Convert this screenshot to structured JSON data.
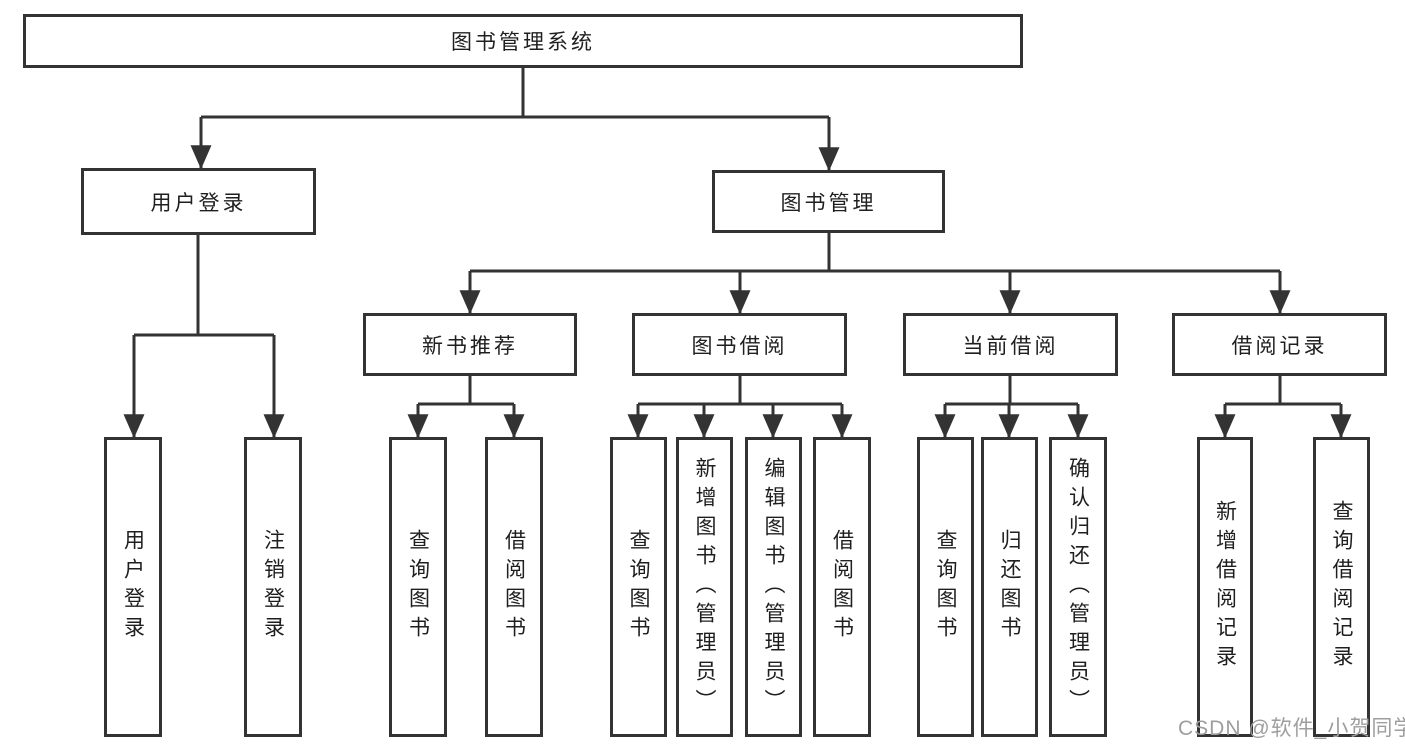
{
  "colors": {
    "line": "#333333",
    "ink": "#1f1f1f",
    "watermark": "#9e9e9e",
    "background": "#ffffff"
  },
  "watermark": "CSDN @软件_小贺同学",
  "tree": {
    "label": "图书管理系统",
    "children": [
      {
        "label": "用户登录",
        "children": [
          {
            "label": "用户登录"
          },
          {
            "label": "注销登录"
          }
        ]
      },
      {
        "label": "图书管理",
        "children": [
          {
            "label": "新书推荐",
            "children": [
              {
                "label": "查询图书"
              },
              {
                "label": "借阅图书"
              }
            ]
          },
          {
            "label": "图书借阅",
            "children": [
              {
                "label": "查询图书"
              },
              {
                "label": "新增图书（管理员）"
              },
              {
                "label": "编辑图书（管理员）"
              },
              {
                "label": "借阅图书"
              }
            ]
          },
          {
            "label": "当前借阅",
            "children": [
              {
                "label": "查询图书"
              },
              {
                "label": "归还图书"
              },
              {
                "label": "确认归还（管理员）"
              }
            ]
          },
          {
            "label": "借阅记录",
            "children": [
              {
                "label": "新增借阅记录"
              },
              {
                "label": "查询借阅记录"
              }
            ]
          }
        ]
      }
    ]
  }
}
